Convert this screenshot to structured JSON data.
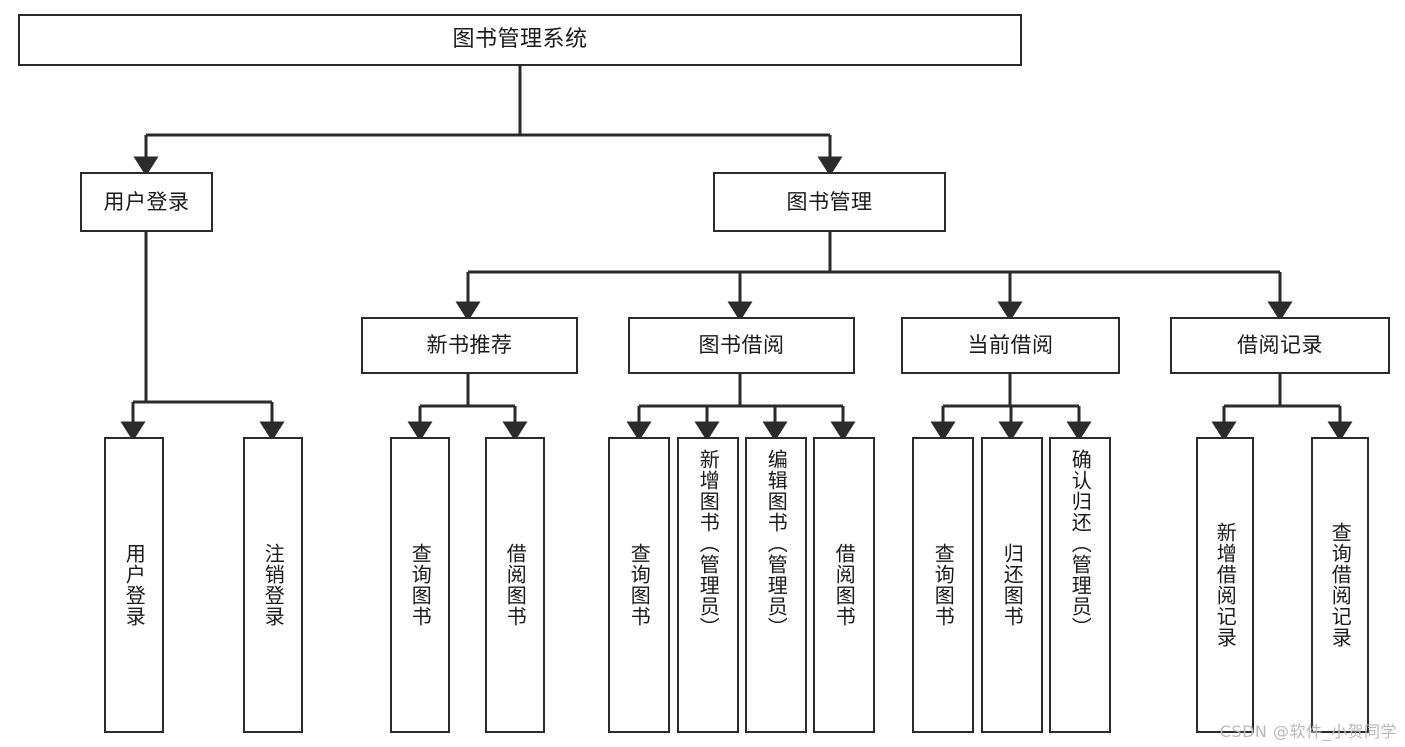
{
  "diagram": {
    "title": "图书管理系统",
    "type": "功能结构图",
    "watermark": "CSDN @软件_小贺同学",
    "colors": {
      "stroke": "#2b2b2b",
      "fill": "#ffffff",
      "text": "#1a1a1a",
      "watermark": "#b9b9b9"
    },
    "nodes": {
      "root": {
        "label": "图书管理系统"
      },
      "level2": [
        {
          "id": "user-login",
          "label": "用户登录"
        },
        {
          "id": "book-management",
          "label": "图书管理"
        }
      ],
      "level3": [
        {
          "id": "new-book-recommend",
          "label": "新书推荐"
        },
        {
          "id": "book-borrow",
          "label": "图书借阅"
        },
        {
          "id": "current-borrow",
          "label": "当前借阅"
        },
        {
          "id": "borrow-record",
          "label": "借阅记录"
        }
      ],
      "leaves": {
        "user-login": [
          {
            "id": "leaf-user-login",
            "label": "用户登录"
          },
          {
            "id": "leaf-logout-login",
            "label": "注销登录"
          }
        ],
        "new-book-recommend": [
          {
            "id": "leaf-query-book-1",
            "label": "查询图书"
          },
          {
            "id": "leaf-borrow-book-1",
            "label": "借阅图书"
          }
        ],
        "book-borrow": [
          {
            "id": "leaf-query-book-2",
            "label": "查询图书"
          },
          {
            "id": "leaf-add-book",
            "label": "新增图书（管理员）"
          },
          {
            "id": "leaf-edit-book",
            "label": "编辑图书（管理员）"
          },
          {
            "id": "leaf-borrow-book-2",
            "label": "借阅图书"
          }
        ],
        "current-borrow": [
          {
            "id": "leaf-query-book-3",
            "label": "查询图书"
          },
          {
            "id": "leaf-return-book",
            "label": "归还图书"
          },
          {
            "id": "leaf-confirm-return",
            "label": "确认归还（管理员）"
          }
        ],
        "borrow-record": [
          {
            "id": "leaf-add-record",
            "label": "新增借阅记录"
          },
          {
            "id": "leaf-query-record",
            "label": "查询借阅记录"
          }
        ]
      }
    }
  }
}
